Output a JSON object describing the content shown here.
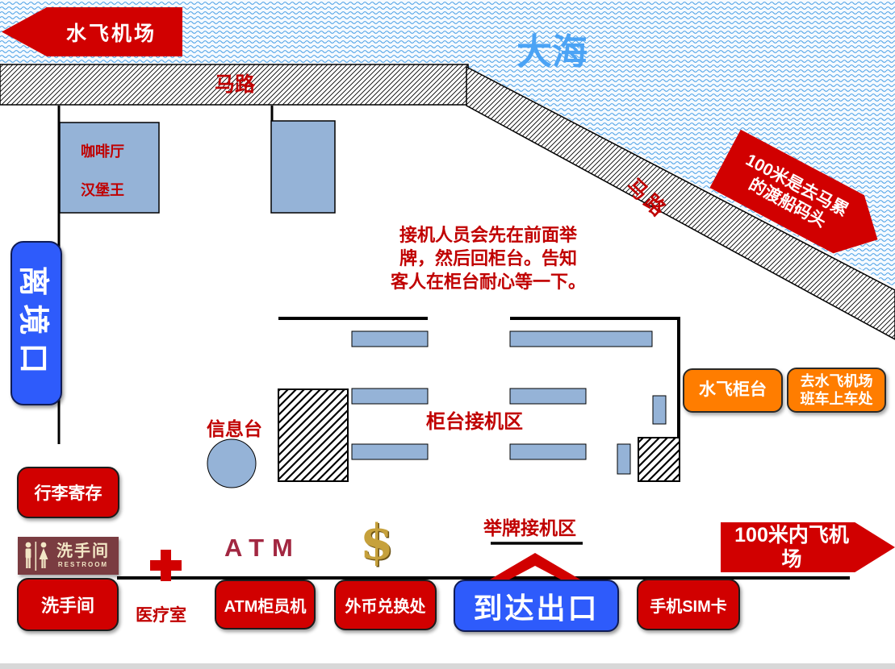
{
  "map": {
    "sea_label": "大海",
    "road_top_label": "马路",
    "road_diag_label": "马路",
    "seaplane_arrow_label": "水飞机场",
    "ferry_arrow": {
      "line1": "100米是去马累",
      "line2": "的渡船码头"
    },
    "airport_arrow_label": "100米内飞机场",
    "note": {
      "lines": [
        "接机人员会先在前面举",
        "牌，然后回柜台。告知",
        "客人在柜台耐心等一下。"
      ]
    },
    "departure_gate_label": "离境口",
    "cafe": {
      "line1": "咖啡厅",
      "line2": "汉堡王"
    },
    "info_desk_label": "信息台",
    "counter_area_label": "柜台接机区",
    "seaplane_counter_label": "水飞柜台",
    "shuttle_sign": {
      "line1": "去水飞机场",
      "line2": "班车上车处"
    },
    "luggage_label": "行李寄存",
    "restroom_sign": {
      "cn": "洗手间",
      "en": "RESTROOM"
    },
    "restroom_box_label": "洗手间",
    "medical_label": "医疗室",
    "atm_sign_label": "ATM",
    "atm_box_label": "ATM柜员机",
    "dollar_symbol": "$",
    "exchange_box_label": "外币兑换处",
    "signboard_area_label": "举牌接机区",
    "arrival_exit_label": "到达出口",
    "sim_box_label": "手机SIM卡"
  },
  "colors": {
    "sign_red": "#d10000",
    "text_red": "#c00000",
    "royal_blue": "#2e5bfb",
    "orange": "#ff7d00",
    "desk_blue": "#95b3d7",
    "sea_text_blue": "#4ba3f5",
    "restroom_maroon": "#7a3c41",
    "atm_maroon": "#a22741",
    "dollar_gold": "#c6a13c"
  }
}
